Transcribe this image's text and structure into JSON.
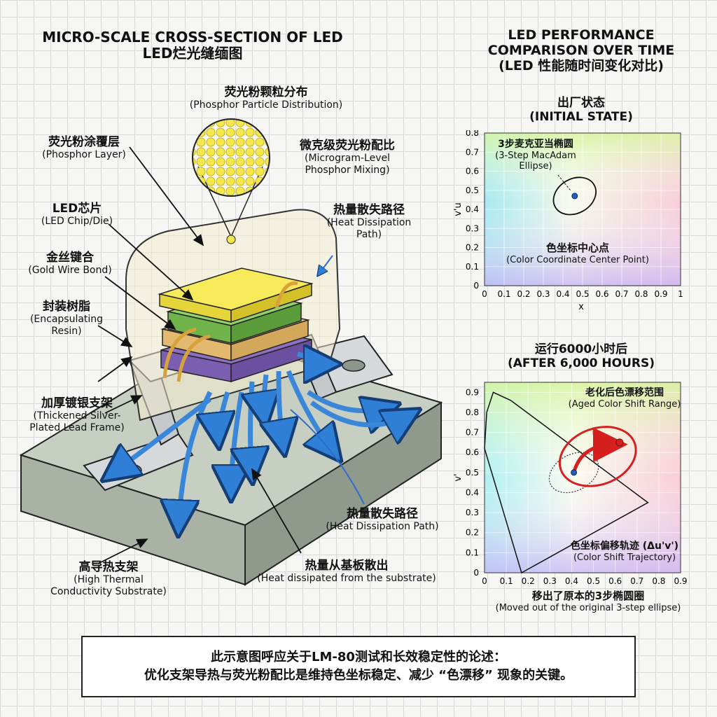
{
  "left_title": {
    "line1": "MICRO-SCALE CROSS-SECTION OF LED",
    "line2": "LED烂光缝缅图"
  },
  "right_title": {
    "line1": "LED PERFORMANCE",
    "line2": "COMPARISON OVER TIME",
    "line3": "(LED 性能随时间变化对比)"
  },
  "labels": {
    "phosphor_dist_zh": "荧光粉颗粒分布",
    "phosphor_dist_en": "(Phosphor Particle Distribution)",
    "phosphor_layer_zh": "荧光粉涂覆层",
    "phosphor_layer_en": "(Phosphor Layer)",
    "mixing_zh": "微克级荧光粉配比",
    "mixing_en1": "(Microgram-Level",
    "mixing_en2": "Phosphor Mixing)",
    "chip_zh": "LED芯片",
    "chip_en": "(LED Chip/Die)",
    "heat_path_zh": "热量散失路径",
    "heat_path_en1": "(Heat Dissipation",
    "heat_path_en2": "Path)",
    "wire_zh": "金丝键合",
    "wire_en": "(Gold Wire Bond)",
    "resin_zh": "封装树脂",
    "resin_en1": "(Encapsulating",
    "resin_en2": "Resin)",
    "frame_zh": "加厚镀银支架",
    "frame_en1": "(Thickened Silver-",
    "frame_en2": "Plated Lead Frame)",
    "heat_path2_zh": "热量散失路径",
    "heat_path2_en": "(Heat Dissipation Path)",
    "substrate_zh": "高导热支架",
    "substrate_en1": "(High Thermal",
    "substrate_en2": "Conductivity Substrate)",
    "sub_heat_zh": "热量从基板散出",
    "sub_heat_en": "(Heat dissipated from the substrate)"
  },
  "chart1": {
    "title_zh": "出厂状态",
    "title_en": "(INITIAL STATE)",
    "ellipse_zh": "3步麦克亚当椭圆",
    "ellipse_en1": "(3-Step MacAdam",
    "ellipse_en2": "Ellipse)",
    "center_zh": "色坐标中心点",
    "center_en": "(Color Coordinate Center Point)",
    "ylabel": "v'u",
    "xlabel": "x"
  },
  "chart2": {
    "title_zh": "运行6000小时后",
    "title_en": "(AFTER 6,000 HOURS)",
    "aged_zh": "老化后色漂移范围",
    "aged_en": "(Aged Color Shift Range)",
    "traj_zh": "色坐标偏移轨迹 (Δu'v')",
    "traj_en": "(Color Shift Trajectory)",
    "moved_zh": "移出了原本的3步椭圆圈",
    "moved_en": "(Moved out of the original 3-step ellipse)",
    "ylabel": "v'"
  },
  "chart_data": [
    {
      "type": "scatter",
      "title": "出厂状态 (INITIAL STATE)",
      "xlabel": "x",
      "ylabel": "v'u",
      "xlim": [
        0,
        1
      ],
      "ylim": [
        0,
        0.8
      ],
      "xticks": [
        "0",
        "0.1",
        "0.2",
        "0.3",
        "0.4",
        "0.5",
        "0.6",
        "0.7",
        "0.8",
        "0.9",
        "1"
      ],
      "yticks": [
        "0",
        "0.1",
        "0.2",
        "0.3",
        "0.4",
        "0.5",
        "0.6",
        "0.7",
        "0.8"
      ],
      "points": [
        {
          "x": 0.46,
          "y": 0.47
        }
      ],
      "ellipse": {
        "cx": 0.46,
        "cy": 0.47,
        "rx": 0.12,
        "ry": 0.12
      }
    },
    {
      "type": "scatter",
      "title": "运行6000小时后 (AFTER 6,000 HOURS)",
      "xlabel": "",
      "ylabel": "v'",
      "xlim": [
        0,
        0.9
      ],
      "ylim": [
        0,
        0.95
      ],
      "xticks": [
        "0",
        "0.1",
        "0.2",
        "0.3",
        "0.4",
        "0.5",
        "0.6",
        "0.7",
        "0.8",
        "0.9"
      ],
      "yticks": [
        "0",
        "0.1",
        "0.2",
        "0.3",
        "0.4",
        "0.5",
        "0.6",
        "0.7",
        "0.8",
        "0.9"
      ],
      "points": [
        {
          "x": 0.41,
          "y": 0.5,
          "label": "original"
        },
        {
          "x": 0.62,
          "y": 0.65,
          "label": "aged"
        }
      ],
      "ellipse_original": {
        "cx": 0.41,
        "cy": 0.5,
        "rx": 0.12,
        "ry": 0.09
      },
      "ellipse_aged": {
        "cx": 0.52,
        "cy": 0.58,
        "rx": 0.18,
        "ry": 0.14
      }
    }
  ],
  "footer": {
    "line1": "此示意图呼应关于LM-80测试和长效稳定性的论述：",
    "line2": "优化支架导热与荧光粉配比是维持色坐标稳定、减少 “色漂移” 现象的关键。"
  },
  "colors": {
    "heat_arrow": "#3a86d8",
    "chip_green": "#8fd26a",
    "phosphor_yellow": "#f2e34a",
    "frame_silver": "#cfd3d6",
    "substrate": "#b9c2b6",
    "trajectory": "#d62020"
  }
}
